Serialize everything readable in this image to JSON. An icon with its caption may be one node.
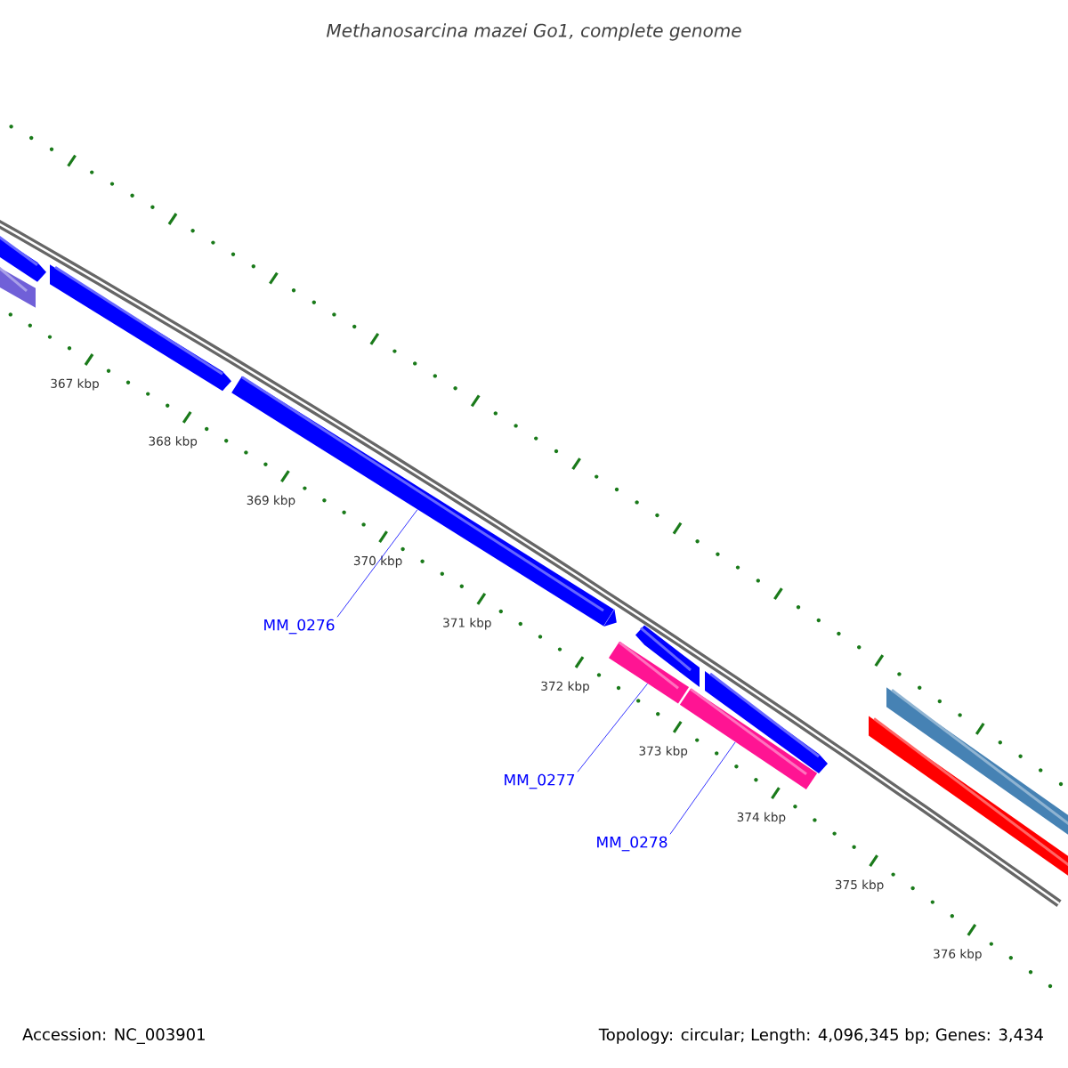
{
  "diagram": {
    "title": "Methanosarcina mazei Go1, complete genome",
    "nodes": [
      {
        "text": [
          "MM_0276"
        ]
      },
      {
        "text": [
          "MM_0277"
        ]
      },
      {
        "text": [
          "MM_0278"
        ]
      },
      {
        "text": [],
        "shape": "bar"
      },
      {
        "text": [],
        "shape": "bar"
      },
      {
        "text": [],
        "shape": "bar"
      }
    ],
    "edges": [
      {
        "from": 0,
        "to": 3,
        "arrow": "none"
      },
      {
        "from": 1,
        "to": 4,
        "arrow": "none"
      },
      {
        "from": 2,
        "to": 5,
        "arrow": "none"
      }
    ],
    "labels": [
      "367 kbp",
      "368 kbp",
      "369 kbp",
      "370 kbp",
      "371 kbp",
      "372 kbp",
      "373 kbp",
      "374 kbp",
      "375 kbp",
      "376 kbp",
      "Accession: NC_003901",
      "Topology: circular; Length: 4,096,345 bp; Genes: 3,434"
    ]
  }
}
